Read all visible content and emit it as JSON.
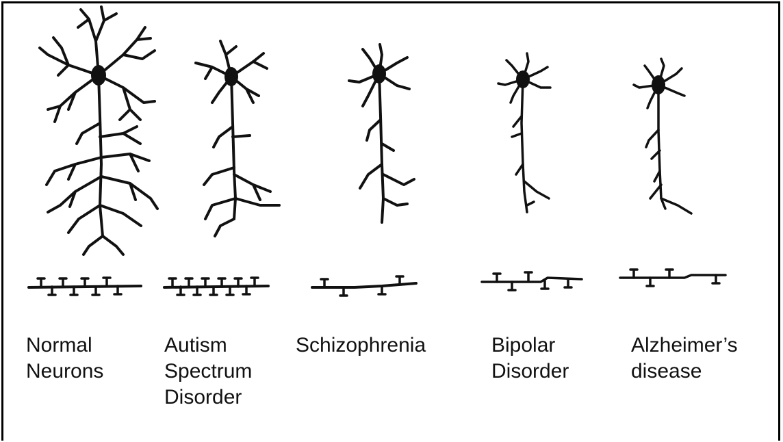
{
  "figure": {
    "panels": [
      {
        "id": "normal",
        "label_lines": [
          "Normal",
          "Neurons"
        ],
        "spine_density": "high"
      },
      {
        "id": "asd",
        "label_lines": [
          "Autism",
          "Spectrum",
          "Disorder"
        ],
        "spine_density": "very-high"
      },
      {
        "id": "scz",
        "label_lines": [
          "Schizophrenia"
        ],
        "spine_density": "low"
      },
      {
        "id": "bpd",
        "label_lines": [
          "Bipolar",
          "Disorder"
        ],
        "spine_density": "low"
      },
      {
        "id": "ad",
        "label_lines": [
          "Alzheimer’s",
          "disease"
        ],
        "spine_density": "low"
      }
    ],
    "line_color": "#111111"
  }
}
